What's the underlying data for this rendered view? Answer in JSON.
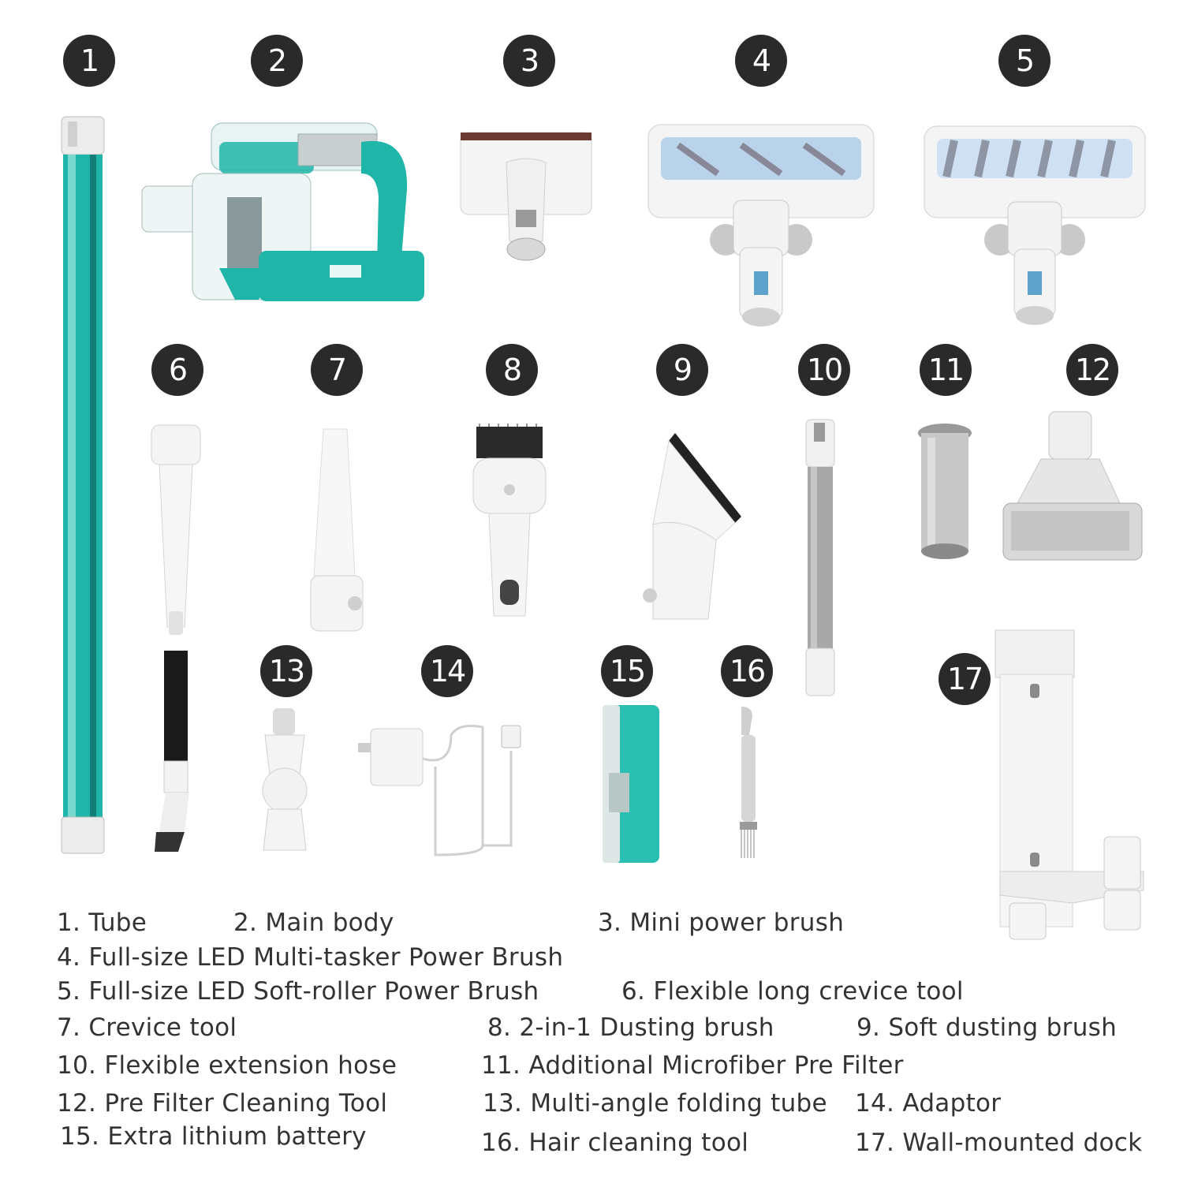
{
  "colors": {
    "teal": "#1fb5a8",
    "badge": "#2a2a2a",
    "white_part": "#f2f2f2",
    "grey_part": "#9a9a9a",
    "text": "#333333"
  },
  "badges": [
    "1",
    "2",
    "3",
    "4",
    "5",
    "6",
    "7",
    "8",
    "9",
    "10",
    "11",
    "12",
    "13",
    "14",
    "15",
    "16",
    "17"
  ],
  "parts": [
    {
      "icon": "tube-icon"
    },
    {
      "icon": "main-body-icon"
    },
    {
      "icon": "mini-power-brush-icon"
    },
    {
      "icon": "multi-tasker-brush-icon"
    },
    {
      "icon": "soft-roller-brush-icon"
    },
    {
      "icon": "flexible-crevice-tool-icon"
    },
    {
      "icon": "crevice-tool-icon"
    },
    {
      "icon": "dusting-brush-icon"
    },
    {
      "icon": "soft-dusting-brush-icon"
    },
    {
      "icon": "extension-hose-icon"
    },
    {
      "icon": "pre-filter-icon"
    },
    {
      "icon": "filter-cleaning-tool-icon"
    },
    {
      "icon": "folding-tube-icon"
    },
    {
      "icon": "adaptor-icon"
    },
    {
      "icon": "battery-icon"
    },
    {
      "icon": "hair-cleaning-tool-icon"
    },
    {
      "icon": "wall-dock-icon"
    }
  ],
  "legend": [
    "1. Tube",
    "2. Main body",
    "3. Mini power brush",
    "4. Full-size LED Multi-tasker Power Brush",
    "5. Full-size LED Soft-roller Power Brush",
    "6. Flexible long crevice tool",
    "7. Crevice tool",
    "8. 2-in-1 Dusting brush",
    "9. Soft dusting brush",
    "10. Flexible extension hose",
    "11. Additional Microfiber Pre Filter",
    "12. Pre Filter Cleaning Tool",
    "13. Multi-angle folding tube",
    "14. Adaptor",
    "15. Extra lithium battery",
    "16. Hair cleaning tool",
    "17. Wall-mounted dock"
  ]
}
